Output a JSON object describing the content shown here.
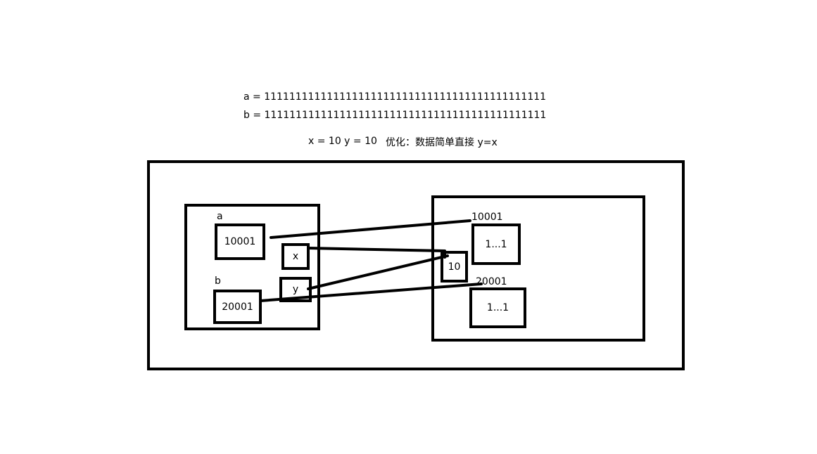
{
  "header": {
    "line_a": "a = 111111111111111111111111111111111111111111111",
    "line_b": "b = 111111111111111111111111111111111111111111111",
    "assignment": "x = 10  y = 10",
    "optimization_note": "优化：数据简单直接 y=x"
  },
  "stack": {
    "label_a": "a",
    "value_a": "10001",
    "label_b": "b",
    "value_b": "20001",
    "var_x": "x",
    "var_y": "y"
  },
  "heap": {
    "shared_value": "10",
    "address_1": "10001",
    "content_1": "1...1",
    "address_2": "20001",
    "content_2": "1...1"
  }
}
